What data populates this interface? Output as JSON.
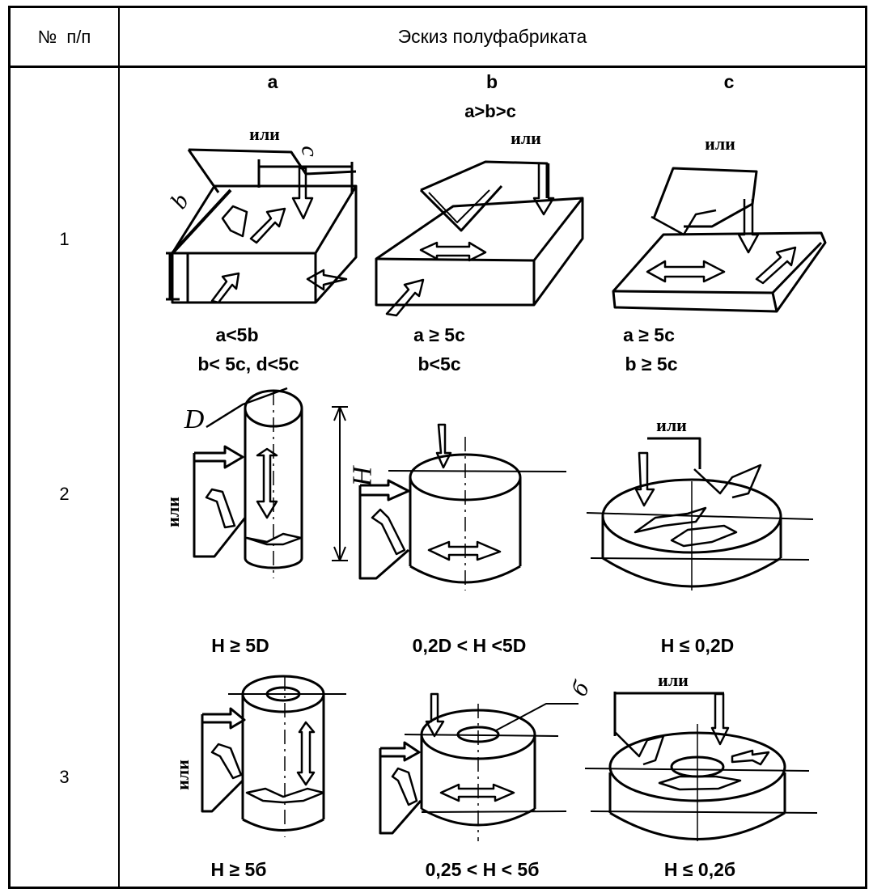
{
  "header": {
    "number_col": "№  п/п",
    "sketch_col": "Эскиз полуфабриката"
  },
  "columns": [
    "a",
    "b",
    "c"
  ],
  "column_note": "a>b>c",
  "or_label": "или",
  "rows": [
    {
      "number": "1",
      "shape": "rectangular block",
      "conditions": [
        {
          "line1": "a<5b",
          "line2": "b< 5c, d<5c"
        },
        {
          "line1": "a ≥ 5c",
          "line2": "b<5c"
        },
        {
          "line1": "a ≥ 5c",
          "line2": "b ≥ 5c"
        }
      ],
      "dimension_labels": [
        "b",
        "c"
      ]
    },
    {
      "number": "2",
      "shape": "solid cylinder",
      "conditions": [
        {
          "line1": "H ≥ 5D"
        },
        {
          "line1": "0,2D < H <5D"
        },
        {
          "line1": "H ≤ 0,2D"
        }
      ],
      "dimension_labels": [
        "D",
        "H"
      ]
    },
    {
      "number": "3",
      "shape": "hollow cylinder",
      "conditions": [
        {
          "line1": "H ≥ 5б"
        },
        {
          "line1": "0,25 < H < 5б"
        },
        {
          "line1": "H  ≤ 0,2б"
        }
      ],
      "dimension_labels": [
        "б"
      ]
    }
  ]
}
